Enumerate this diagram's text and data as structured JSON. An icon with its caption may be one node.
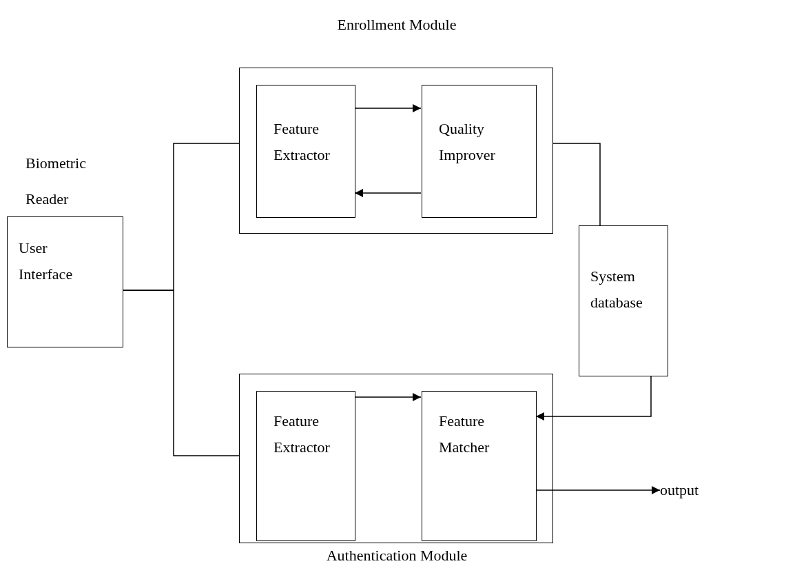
{
  "diagram": {
    "nodes": [
      {
        "text": [
          "Enrollment Module"
        ]
      },
      {
        "text": [
          "Feature Extractor"
        ],
        "in": 0
      },
      {
        "text": [
          "Quality Improver"
        ],
        "in": 0
      },
      {
        "text": [
          "Biometric Reader",
          "User Interface"
        ]
      },
      {
        "text": [
          "System database"
        ]
      },
      {
        "text": [
          "Authentication Module"
        ]
      },
      {
        "text": [
          "Feature Extractor"
        ],
        "in": 5
      },
      {
        "text": [
          "Feature Matcher"
        ],
        "in": 5
      },
      {
        "text": [
          "output"
        ]
      }
    ],
    "edges": [
      {
        "from": 3,
        "to": 0,
        "arrow": "none"
      },
      {
        "from": 3,
        "to": 5,
        "arrow": "none"
      },
      {
        "from": 1,
        "to": 2,
        "arrow": "to"
      },
      {
        "from": 2,
        "to": 1,
        "arrow": "to"
      },
      {
        "from": 0,
        "to": 4,
        "arrow": "none"
      },
      {
        "from": 4,
        "to": 7,
        "arrow": "to"
      },
      {
        "from": 6,
        "to": 7,
        "arrow": "to"
      },
      {
        "from": 7,
        "to": 8,
        "arrow": "to"
      }
    ]
  }
}
